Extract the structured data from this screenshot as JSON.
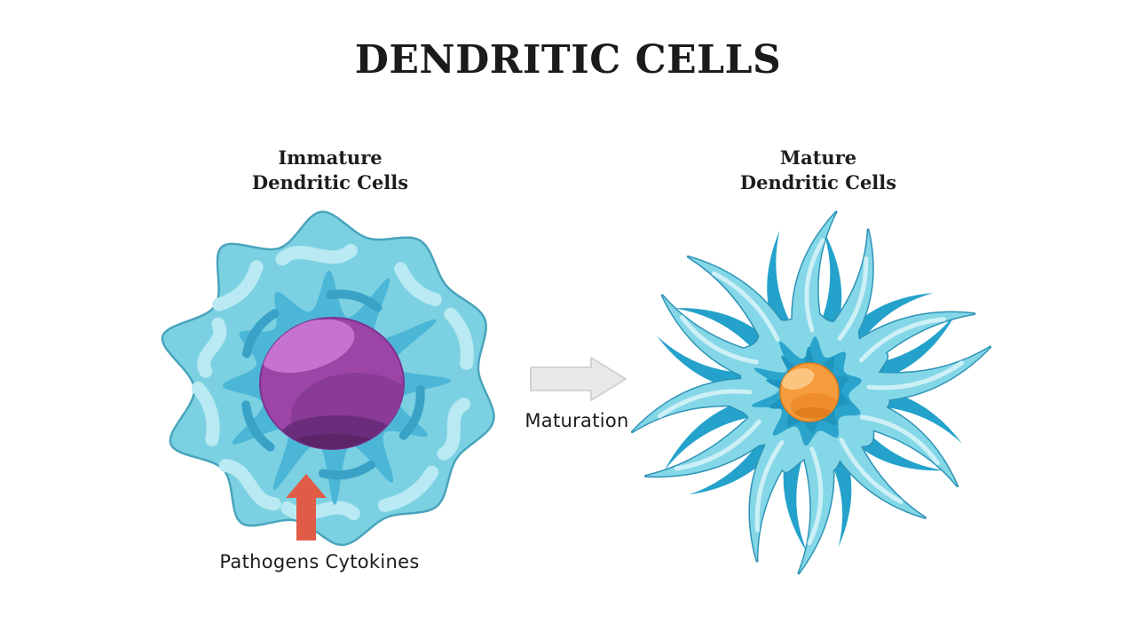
{
  "title": "DENDRITIC CELLS",
  "cells": {
    "immature": {
      "label_line1": "Immature",
      "label_line2": "Dendritic Cells"
    },
    "mature": {
      "label_line1": "Mature",
      "label_line2": "Dendritic Cells"
    }
  },
  "annotations": {
    "maturation_label": "Maturation",
    "stimulus_label": "Pathogens Cytokines"
  },
  "colors": {
    "background": "#ffffff",
    "title_text": "#1b1b1b",
    "label_text": "#1d1d1d",
    "annotation_text": "#1c1c1c",
    "immature_body": "#7bd1e2",
    "immature_outline": "#49a4bc",
    "immature_highlight": "#b9e9f2",
    "immature_mid": "#4cb6d7",
    "immature_mid_accent": "#3aa2c6",
    "nucleus_purple": "#9c45a7",
    "nucleus_purple_outline": "#7c3390",
    "nucleus_purple_light": "#c673cf",
    "nucleus_purple_shadow": "#8a3b97",
    "nucleus_purple_dark": "#6b2d7b",
    "nucleus_purple_darkest": "#5d2569",
    "mature_body": "#84d7e7",
    "mature_outline": "#2e93b6",
    "mature_back_arm": "#24a2cb",
    "mature_arm_highlight": "#cdf0f6",
    "mature_star": "#2aa4cc",
    "mature_star_dark": "#1d95bf",
    "nucleus_orange": "#f59c3e",
    "nucleus_orange_outline": "#d87b1f",
    "nucleus_orange_light": "#fcc57f",
    "nucleus_orange_mid": "#ef8c2b",
    "nucleus_orange_dark": "#e07e1e",
    "maturation_arrow_fill": "#e9e9e9",
    "maturation_arrow_stroke": "#d3d3d3",
    "stimulus_arrow": "#e15c47"
  }
}
